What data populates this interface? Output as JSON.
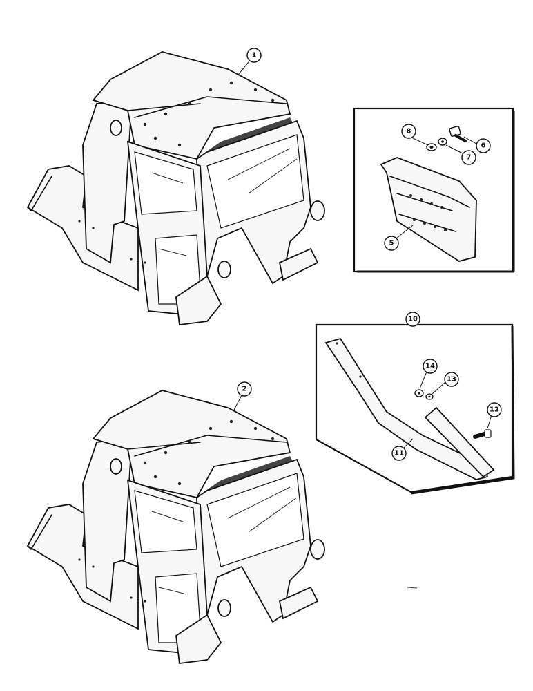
{
  "callouts": {
    "c1": "1",
    "c2": "2",
    "c5": "5",
    "c6": "6",
    "c7": "7",
    "c8": "8",
    "c10": "10",
    "c11": "11",
    "c12": "12",
    "c13": "13",
    "c14": "14"
  },
  "colors": {
    "ink": "#111111",
    "paper": "#ffffff"
  }
}
